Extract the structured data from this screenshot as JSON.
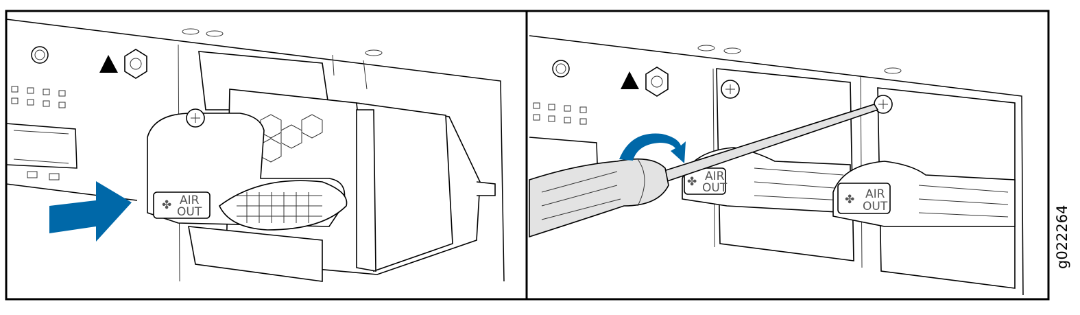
{
  "figure_id": "g022264",
  "panels": [
    {
      "name": "insert-fan-module",
      "labels": [
        {
          "line1": "AIR",
          "line2": "OUT"
        }
      ]
    },
    {
      "name": "tighten-captive-screw",
      "labels": [
        {
          "line1": "AIR",
          "line2": "OUT"
        },
        {
          "line1": "AIR",
          "line2": "OUT"
        }
      ]
    }
  ],
  "colors": {
    "accent": "#0068a8",
    "line": "#000000",
    "label": "#555555"
  }
}
